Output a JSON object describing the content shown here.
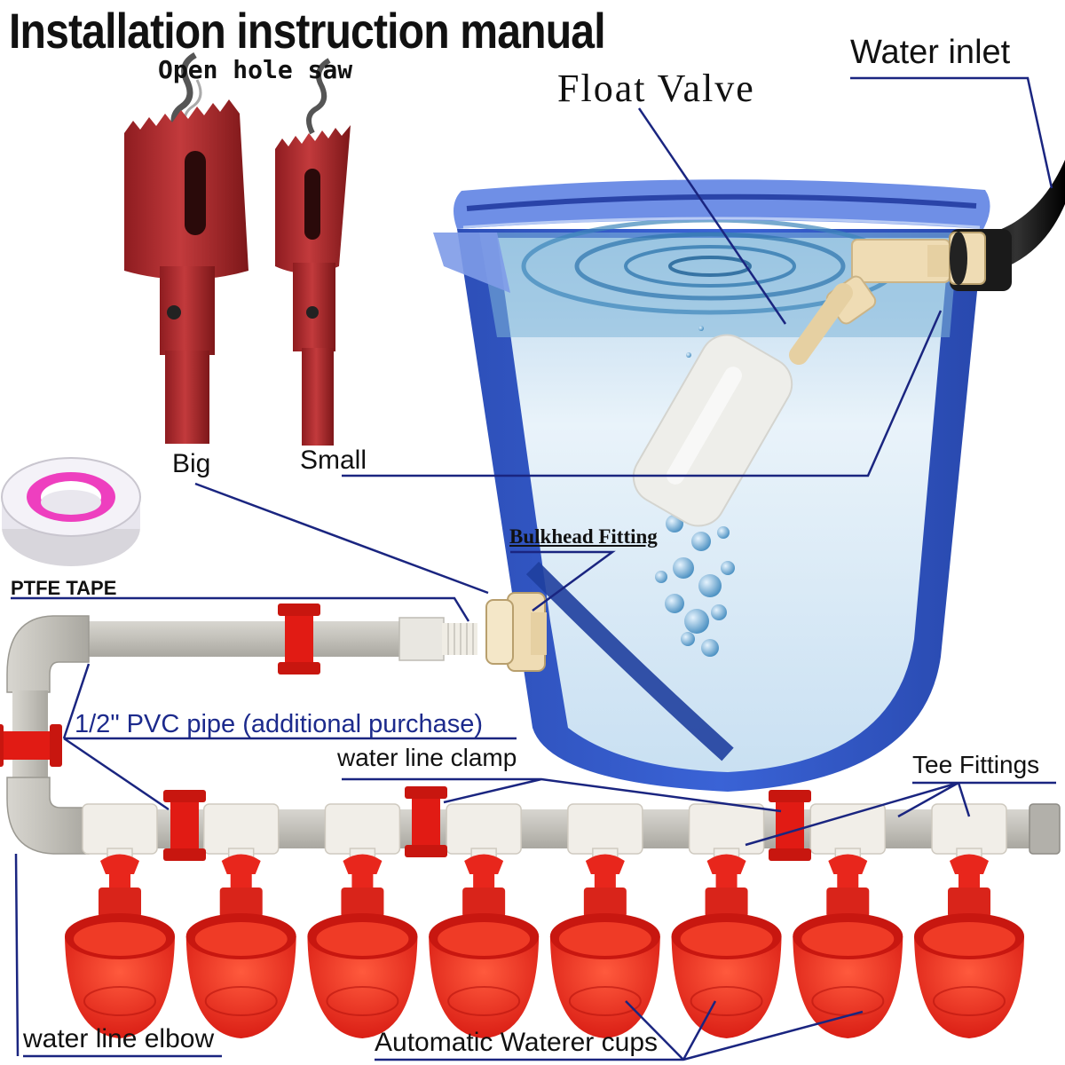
{
  "title": "Installation instruction manual",
  "labels": {
    "hole_saw": "Open hole saw",
    "float_valve": "Float Valve",
    "water_inlet": "Water inlet",
    "saw_big": "Big",
    "saw_small": "Small",
    "bulkhead_fitting": "Bulkhead Fitting",
    "ptfe_tape": "PTFE TAPE",
    "pvc_pipe": "1/2\" PVC pipe (additional purchase)",
    "water_line_clamp": "water line clamp",
    "tee_fittings": "Tee Fittings",
    "water_line_elbow": "water line elbow",
    "waterer_cups": "Automatic Waterer cups"
  },
  "parts": {
    "waterer_cup_count": 8,
    "tee_fitting_count": 8,
    "water_line_clamp_count": 5
  },
  "colors": {
    "bucket_blue": "#2f55c8",
    "bucket_rim": "#6f8fe6",
    "water": "#d4e7f7",
    "water_ripples": "#5a9fc7",
    "cup_red": "#e8261c",
    "clamp_red": "#e11b14",
    "saw_red": "#a8262a",
    "pvc_grey": "#c9c7c0",
    "tee_white": "#f1eee8",
    "float_white": "#eeeeea",
    "fitting_beige": "#efdcb4",
    "ptfe_pink": "#ee3fbf",
    "hose_black": "#151515",
    "leader_line": "#1a2580"
  }
}
